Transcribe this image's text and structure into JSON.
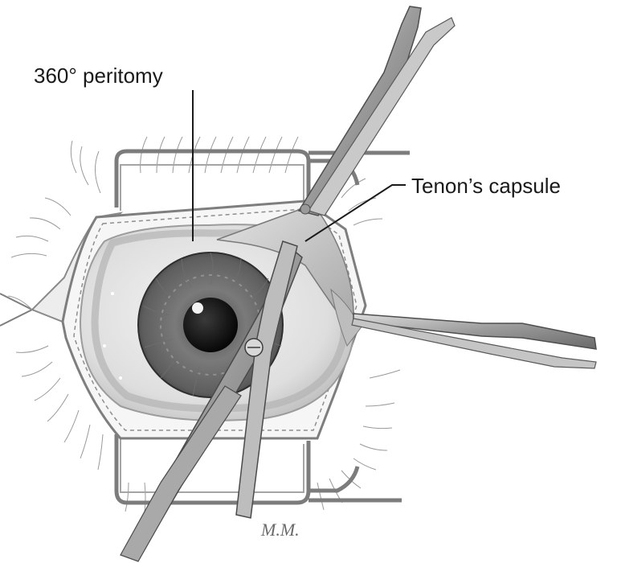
{
  "labels": {
    "peritomy": "360° peritomy",
    "tenons_capsule": "Tenon’s capsule"
  },
  "signature": "M.M."
}
